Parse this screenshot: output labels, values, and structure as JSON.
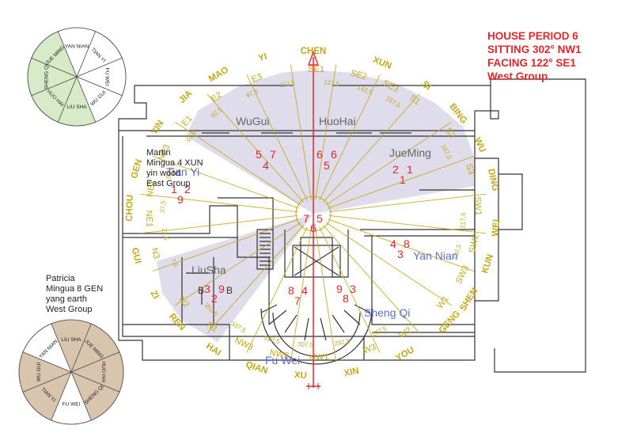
{
  "info": {
    "line1": "HOUSE PERIOD 6",
    "line2": "SITTING 302° NW1",
    "line3": "FACING 122° SE1",
    "line4": "West Group"
  },
  "people": [
    {
      "name": "Martin",
      "mingua": "Mingua 4 XUN",
      "element": "yin wood",
      "group": "East Group"
    },
    {
      "name": "Patricia",
      "mingua": "Mingua 8 GEN",
      "element": "yang earth",
      "group": "West Group"
    }
  ],
  "wheels": {
    "martin": {
      "fill": "#d8ebc8",
      "white_fill": "#ffffff",
      "labels": [
        "YAN NIAN",
        "TIAN YI",
        "FU WEI",
        "WU GUI",
        "LIU SHA",
        "HUO HAI",
        "SHENG QI",
        "JUE MING"
      ]
    },
    "patricia": {
      "fill": "#d9c4ad",
      "white_fill": "#ffffff",
      "labels": [
        "LIU SHA",
        "JUE MING",
        "HUO HAI",
        "SHENG QI",
        "FU WEI",
        "TIAN YI",
        "WU GUI",
        "YAN NIAN"
      ]
    }
  },
  "compass": {
    "gold": "#c8a818",
    "mountains": [
      {
        "name": "CHEN",
        "deg": 120
      },
      {
        "name": "XUN",
        "deg": 142
      },
      {
        "name": "SI",
        "deg": 158
      },
      {
        "name": "BING",
        "deg": 172
      },
      {
        "name": "WU",
        "deg": 185
      },
      {
        "name": "DING",
        "deg": 198
      },
      {
        "name": "WEI",
        "deg": 215
      },
      {
        "name": "KUN",
        "deg": 228
      },
      {
        "name": "SHEN",
        "deg": 242
      },
      {
        "name": "GENG",
        "deg": 252
      },
      {
        "name": "YOU",
        "deg": 270
      },
      {
        "name": "XIN",
        "deg": 288
      },
      {
        "name": "XU",
        "deg": 304
      },
      {
        "name": "QIAN",
        "deg": 318
      },
      {
        "name": "HAI",
        "deg": 333
      },
      {
        "name": "REN",
        "deg": 348
      },
      {
        "name": "ZI",
        "deg": 0
      },
      {
        "name": "GUI",
        "deg": 15
      },
      {
        "name": "CHOU",
        "deg": 32
      },
      {
        "name": "GEN",
        "deg": 46
      },
      {
        "name": "YIN",
        "deg": 62
      },
      {
        "name": "JIA",
        "deg": 76
      },
      {
        "name": "MAO",
        "deg": 89
      },
      {
        "name": "YI",
        "deg": 104
      }
    ],
    "sectors": [
      {
        "name": "SE1",
        "deg": 121
      },
      {
        "name": "SE2",
        "deg": 136
      },
      {
        "name": "SE3",
        "deg": 148
      },
      {
        "name": "S1",
        "deg": 158
      },
      {
        "name": "S2",
        "deg": 176
      },
      {
        "name": "S3",
        "deg": 192
      },
      {
        "name": "SW1",
        "deg": 207
      },
      {
        "name": "SW2",
        "deg": 222
      },
      {
        "name": "SW3",
        "deg": 235
      },
      {
        "name": "W1",
        "deg": 248
      },
      {
        "name": "W2",
        "deg": 266
      },
      {
        "name": "W3",
        "deg": 280
      },
      {
        "name": "NW1",
        "deg": 298
      },
      {
        "name": "NW2",
        "deg": 312
      },
      {
        "name": "NW3",
        "deg": 325
      },
      {
        "name": "N1",
        "deg": 338
      },
      {
        "name": "N2",
        "deg": 352
      },
      {
        "name": "N3",
        "deg": 14
      },
      {
        "name": "NE1",
        "deg": 28
      },
      {
        "name": "NE2",
        "deg": 40
      },
      {
        "name": "NE3",
        "deg": 55
      },
      {
        "name": "E1",
        "deg": 70
      },
      {
        "name": "E2",
        "deg": 84
      },
      {
        "name": "E3",
        "deg": 100
      }
    ],
    "degrees": [
      {
        "name": "112,5",
        "deg": 110
      },
      {
        "name": "127,5",
        "deg": 127
      },
      {
        "name": "142,5",
        "deg": 140
      },
      {
        "name": "157,5",
        "deg": 152
      },
      {
        "name": "167,5",
        "deg": 182
      },
      {
        "name": "217,5",
        "deg": 213
      },
      {
        "name": "232,5",
        "deg": 227
      },
      {
        "name": "277,5",
        "deg": 274
      },
      {
        "name": "292,5",
        "deg": 289
      },
      {
        "name": "307,5",
        "deg": 303
      },
      {
        "name": "322,5",
        "deg": 316
      },
      {
        "name": "337,5",
        "deg": 330
      },
      {
        "name": "352,5",
        "deg": 343
      },
      {
        "name": "7,5",
        "deg": 8
      },
      {
        "name": "22,5",
        "deg": 21
      },
      {
        "name": "37,5",
        "deg": 33
      },
      {
        "name": "52,5",
        "deg": 48
      },
      {
        "name": "67,5",
        "deg": 66
      },
      {
        "name": "82,5",
        "deg": 80
      },
      {
        "name": "97,5",
        "deg": 96
      }
    ]
  },
  "zones": [
    {
      "name": "WuGui",
      "stars": [
        "5",
        "7",
        "4"
      ]
    },
    {
      "name": "HuoHai",
      "stars": [
        "6",
        "6",
        "5"
      ]
    },
    {
      "name": "JueMing",
      "stars": [
        "2",
        "1",
        "1"
      ]
    },
    {
      "name": "Tian Yi",
      "stars": [
        "1",
        "2",
        "9"
      ]
    },
    {
      "name": "LiuSha",
      "stars": [
        "3",
        "9",
        "2"
      ]
    },
    {
      "name": "Yan Nian",
      "stars": [
        "4",
        "8",
        "3"
      ]
    },
    {
      "name": "Sheng Qi",
      "stars": [
        "9",
        "3",
        "8"
      ]
    },
    {
      "name": "Fu Wei",
      "stars": [
        "8",
        "4",
        "7"
      ]
    }
  ],
  "center_stars": [
    "7",
    "5",
    "6"
  ],
  "room_letters": [
    "B",
    "B"
  ],
  "colors": {
    "red": "#e8262a",
    "blue_label": "#5a6fd6",
    "wall": "#333333",
    "shade": "#dcd8ea"
  }
}
